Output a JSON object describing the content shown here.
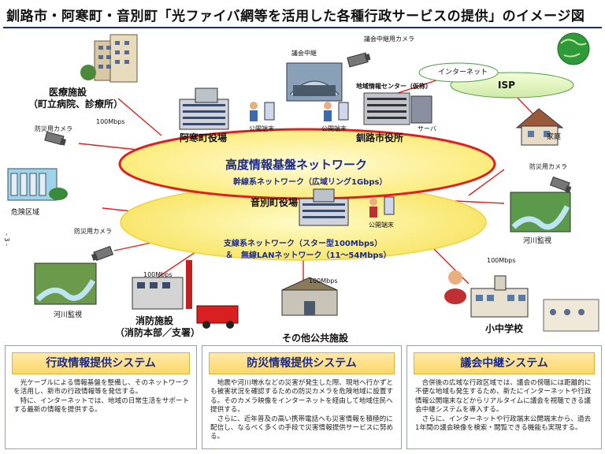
{
  "title": "釧路市・阿寒町・音別町「光ファイバ網等を活用した各種行政サービスの提供」のイメージ図",
  "side_mark": "- 3 -",
  "networks": {
    "upper": {
      "title": "高度情報基盤ネットワーク",
      "subtitle": "幹線系ネットワーク（広域リング1Gbps）"
    },
    "lower": {
      "line1": "支線系ネットワーク（スター型100Mbps）",
      "line2": "＆　無線LANネットワーク（11～54Mbps）"
    }
  },
  "labels": {
    "medical": "医療施設",
    "medical_sub": "（町立病院、診療所）",
    "assembly_relay": "議会中継",
    "assembly_camera": "議会中継用カメラ",
    "internet": "インターネット",
    "isp": "ISP",
    "info_center": "地域情報センター（仮称）",
    "server": "サーバ",
    "akan_office": "阿寒町役場",
    "terminal_1": "公開端末",
    "terminal_2": "公開端末",
    "terminal_3": "公開端末",
    "kushiro_office": "釧路市役所",
    "home": "家庭",
    "disaster_cam_1": "防災用カメラ",
    "disaster_cam_2": "防災用カメラ",
    "disaster_cam_3": "防災用カメラ",
    "danger_zone": "危険区域",
    "onbetsu_office": "音別町役場",
    "river_1": "河川監視",
    "river_2": "河川監視",
    "fire": "消防施設",
    "fire_sub": "（消防本部／支署）",
    "public_other": "その他公共施設",
    "school": "小中学校",
    "speed_1": "100Mbps",
    "speed_2": "100Mbps",
    "speed_3": "100Mbps",
    "speed_4": "100Mbps"
  },
  "systems": [
    {
      "title": "行政情報提供システム",
      "body": "　光ケーブルによる情報基盤を整備し、そのネットワークを活用し、新市の行政情報等を発信する。\n　特に、インターネットでは、地域の日常生活をサポートする最新の情報を提供する。"
    },
    {
      "title": "防災情報提供システム",
      "body": "　地震や河川増水などの災害が発生した際、現地へ行かずとも被害状況を確認するための防災カメラを危険地域に設置する。そのカメラ映像をインターネットを経由して地域住民へ提供する。\n　さらに、近年普及の高い携帯電話へも災害情報を積極的に配信し、なるべく多くの手段で災害情報提供サービスに努める。"
    },
    {
      "title": "議会中継システム",
      "body": "　合併後の広域な行政区域では、議会の傍聴には距離的に不便な地域も発生するため、新たにインターネットや行政情報公開端末などからリアルタイムに議会を視聴できる議会中継システムを導入する。\n　さらに、インターネットや行政端末公開端末から、過去1年間の議会映像を検索・閲覧できる機能も実現する。"
    }
  ],
  "colors": {
    "title_rule": "#1a2a80",
    "ring_fill": "#fff7a8",
    "ring_stroke": "#e02020",
    "link_line": "#e02020",
    "network_text": "#1a2a8c",
    "box_header": "#fcd86a"
  }
}
